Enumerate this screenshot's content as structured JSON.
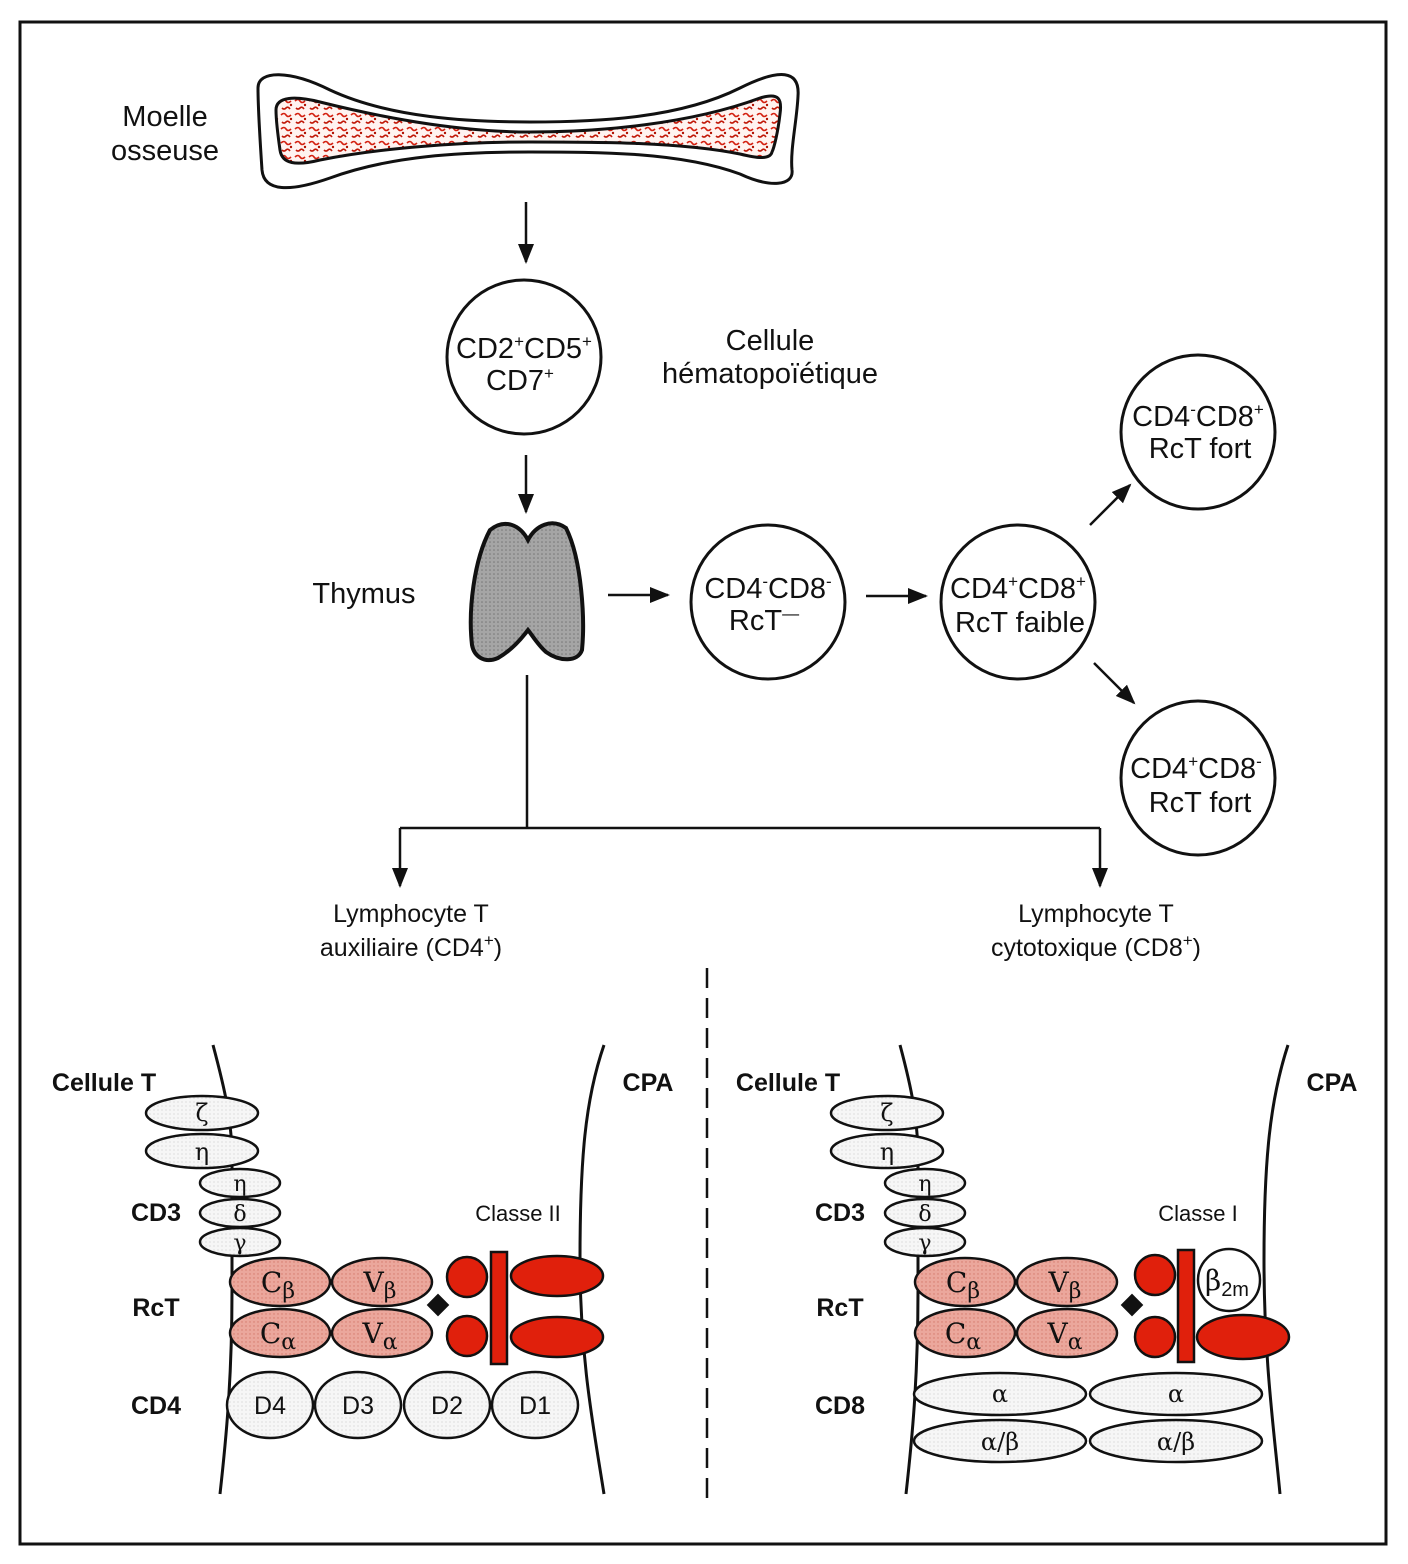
{
  "title": "Développement des lymphocytes T",
  "colors": {
    "marrow": "#d42010",
    "mhc_red": "#e0200c",
    "tcr_pink": "#e8a096",
    "thymus_grey": "#9a9a9a",
    "outline": "#111111",
    "cd3_fill": "#f2f2f2"
  },
  "top": {
    "bone_label_line1": "Moelle",
    "bone_label_line2": "osseuse",
    "stem_cell": {
      "line1": "CD2",
      "sup1": "+",
      "line1b": "CD5",
      "sup1b": "+",
      "line2": "CD7",
      "sup2": "+"
    },
    "stem_cell_label_line1": "Cellule",
    "stem_cell_label_line2": "hématopoïétique",
    "thymus_label": "Thymus",
    "double_negative": {
      "a": "CD4",
      "a_sup": "-",
      "b": "CD8",
      "b_sup": "-",
      "line2": "RcT",
      "line2_sup": "—"
    },
    "double_positive": {
      "a": "CD4",
      "a_sup": "+",
      "b": "CD8",
      "b_sup": "+",
      "line2": "RcT faible"
    },
    "cd8_single": {
      "a": "CD4",
      "a_sup": "-",
      "b": "CD8",
      "b_sup": "+",
      "line2": "RcT fort"
    },
    "cd4_single": {
      "a": "CD4",
      "a_sup": "+",
      "b": "CD8",
      "b_sup": "-",
      "line2": "RcT fort"
    },
    "helper_line1": "Lymphocyte T",
    "helper_line2": "auxiliaire (CD4",
    "helper_sup": "+",
    "helper_close": ")",
    "cytotoxic_line1": "Lymphocyte T",
    "cytotoxic_line2": "cytotoxique (CD8",
    "cytotoxic_sup": "+",
    "cytotoxic_close": ")"
  },
  "left_panel": {
    "cell_t": "Cellule T",
    "cpa": "CPA",
    "cd3": "CD3",
    "rct": "RcT",
    "coreceptor": "CD4",
    "mhc_label": "Classe II",
    "cd3_chains": [
      "ζ",
      "η",
      "η",
      "δ",
      "γ"
    ],
    "tcr": {
      "cb": "C",
      "cb_sub": "β",
      "vb": "V",
      "vb_sub": "β",
      "ca": "C",
      "ca_sub": "α",
      "va": "V",
      "va_sub": "α"
    },
    "cd4_domains": [
      "D4",
      "D3",
      "D2",
      "D1"
    ]
  },
  "right_panel": {
    "cell_t": "Cellule T",
    "cpa": "CPA",
    "cd3": "CD3",
    "rct": "RcT",
    "coreceptor": "CD8",
    "mhc_label": "Classe I",
    "cd3_chains": [
      "ζ",
      "η",
      "η",
      "δ",
      "γ"
    ],
    "tcr": {
      "cb": "C",
      "cb_sub": "β",
      "vb": "V",
      "vb_sub": "β",
      "ca": "C",
      "ca_sub": "α",
      "va": "V",
      "va_sub": "α"
    },
    "b2m": "β",
    "b2m_sub": "2m",
    "cd8_chains": [
      "α",
      "α",
      "α/β",
      "α/β"
    ]
  }
}
